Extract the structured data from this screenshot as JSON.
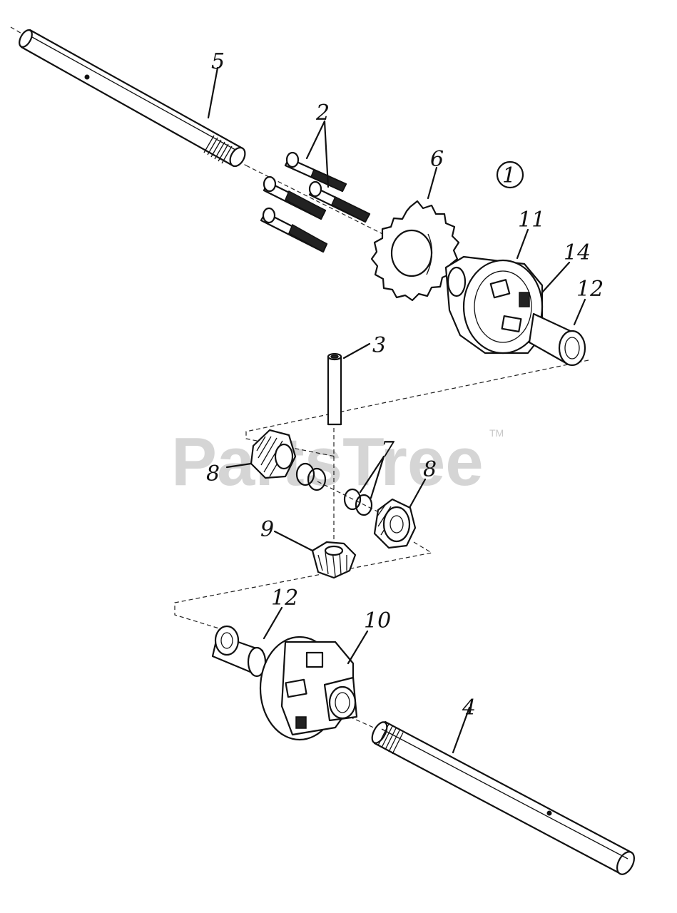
{
  "watermark": {
    "text": "PartsTree",
    "trademark": "TM"
  },
  "callouts": {
    "group": "1",
    "c2": "2",
    "c3": "3",
    "c4": "4",
    "c5": "5",
    "c6": "6",
    "c7": "7",
    "c8a": "8",
    "c8b": "8",
    "c9": "9",
    "c10": "10",
    "c11": "11",
    "c12a": "12",
    "c12b": "12",
    "c14": "14"
  }
}
